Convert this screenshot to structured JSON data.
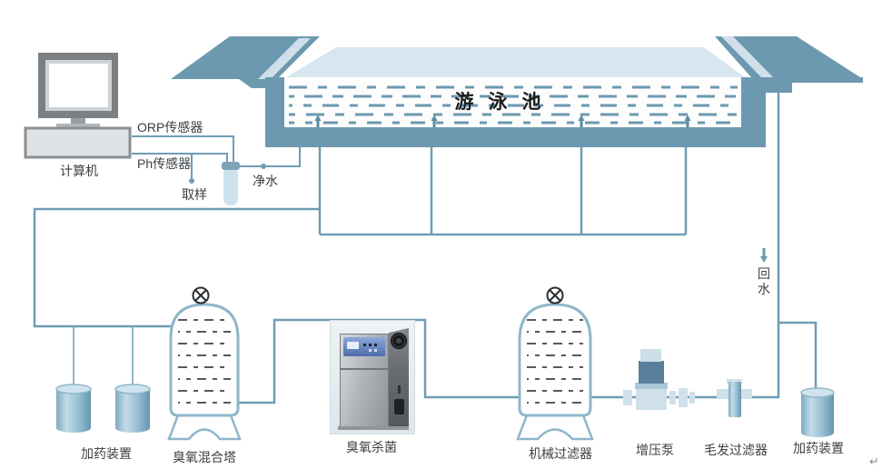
{
  "diagram": {
    "pool_label": "游泳池",
    "computer_label": "计算机",
    "sensors": {
      "orp": "ORP传感器",
      "ph": "Ph传感器",
      "sample": "取样",
      "clean_water": "净水"
    },
    "return_water": "回水",
    "equipment": {
      "dosing_left": "加药装置",
      "ozone_tower": "臭氧混合塔",
      "ozone_generator": "臭氧杀菌",
      "mechanical_filter": "机械过滤器",
      "booster_pump": "增压泵",
      "hair_filter": "毛发过滤器",
      "dosing_right": "加药装置"
    },
    "misc": {
      "return_mark": "↵"
    },
    "colors": {
      "deck_teal": "#6c99af",
      "pipe_teal": "#6f9db5",
      "pool_surface": "#d8e6ef",
      "vessel_outline": "#8fb6c9",
      "pump_motor": "#587f9b",
      "text": "#3b3e42"
    }
  }
}
